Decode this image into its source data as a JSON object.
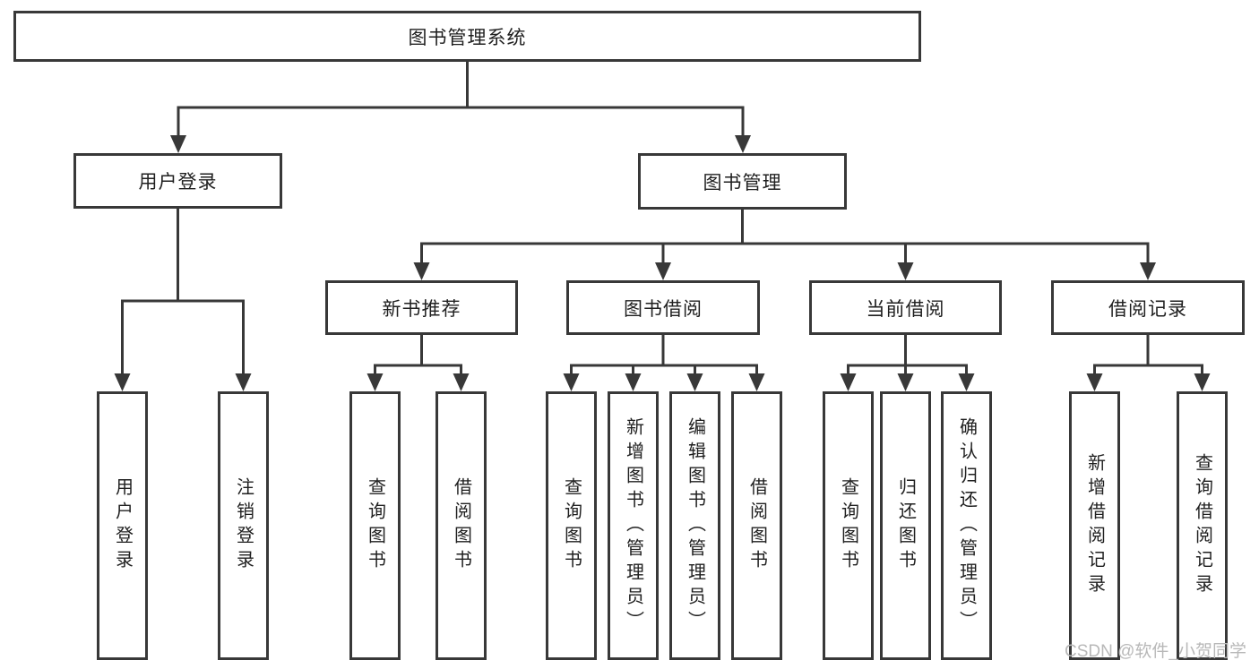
{
  "diagram": {
    "type": "tree",
    "colors": {
      "line": "#383838",
      "text": "#1f1f1f",
      "background": "#ffffff",
      "watermark": "#b8b8b8"
    },
    "nodes": {
      "root": {
        "label": "图书管理系统"
      },
      "level2": [
        {
          "id": "user-login-group",
          "label": "用户登录"
        },
        {
          "id": "book-management",
          "label": "图书管理"
        }
      ],
      "level3": [
        {
          "id": "new-book-recommend",
          "label": "新书推荐",
          "parent": "图书管理"
        },
        {
          "id": "book-borrow",
          "label": "图书借阅",
          "parent": "图书管理"
        },
        {
          "id": "current-borrow",
          "label": "当前借阅",
          "parent": "图书管理"
        },
        {
          "id": "borrow-records",
          "label": "借阅记录",
          "parent": "图书管理"
        }
      ],
      "leaves": [
        {
          "id": "user-login",
          "label": "用户登录",
          "parent": "用户登录"
        },
        {
          "id": "logout",
          "label": "注销登录",
          "parent": "用户登录"
        },
        {
          "id": "query-books-recommend",
          "label": "查询图书",
          "parent": "新书推荐"
        },
        {
          "id": "borrow-books-recommend",
          "label": "借阅图书",
          "parent": "新书推荐"
        },
        {
          "id": "query-books-borrow",
          "label": "查询图书",
          "parent": "图书借阅"
        },
        {
          "id": "add-books-admin",
          "label": "新增图书（管理员）",
          "parent": "图书借阅"
        },
        {
          "id": "edit-books-admin",
          "label": "编辑图书（管理员）",
          "parent": "图书借阅"
        },
        {
          "id": "borrow-books",
          "label": "借阅图书",
          "parent": "图书借阅"
        },
        {
          "id": "query-books-current",
          "label": "查询图书",
          "parent": "当前借阅"
        },
        {
          "id": "return-books",
          "label": "归还图书",
          "parent": "当前借阅"
        },
        {
          "id": "confirm-return-admin",
          "label": "确认归还（管理员）",
          "parent": "当前借阅"
        },
        {
          "id": "add-borrow-record",
          "label": "新增借阅记录",
          "parent": "借阅记录"
        },
        {
          "id": "query-borrow-record",
          "label": "查询借阅记录",
          "parent": "借阅记录"
        }
      ]
    }
  },
  "watermark": {
    "text": "CSDN @软件_小贺同学"
  }
}
